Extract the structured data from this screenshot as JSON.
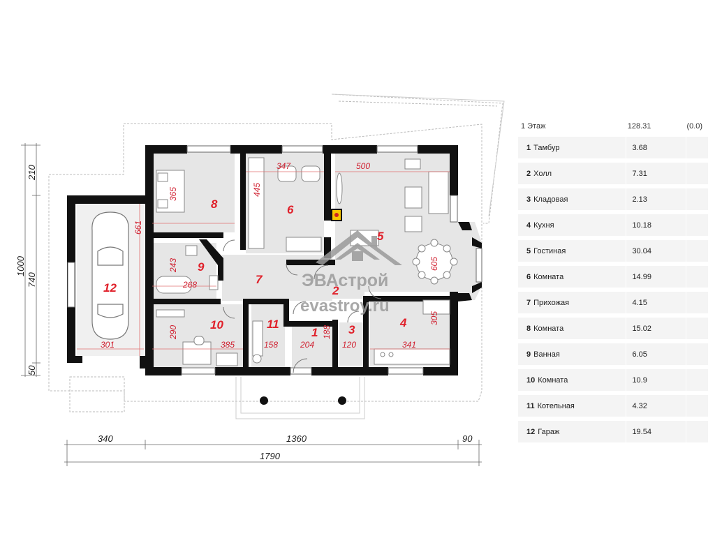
{
  "floor_table": {
    "header": {
      "floor": "1 Этаж",
      "total": "128.31",
      "level": "(0.0)"
    },
    "rows": [
      {
        "num": "1",
        "name": "Тамбур",
        "area": "3.68"
      },
      {
        "num": "2",
        "name": "Холл",
        "area": "7.31"
      },
      {
        "num": "3",
        "name": "Кладовая",
        "area": "2.13"
      },
      {
        "num": "4",
        "name": "Кухня",
        "area": "10.18"
      },
      {
        "num": "5",
        "name": "Гостиная",
        "area": "30.04"
      },
      {
        "num": "6",
        "name": "Комната",
        "area": "14.99"
      },
      {
        "num": "7",
        "name": "Прихожая",
        "area": "4.15"
      },
      {
        "num": "8",
        "name": "Комната",
        "area": "15.02"
      },
      {
        "num": "9",
        "name": "Ванная",
        "area": "6.05"
      },
      {
        "num": "10",
        "name": "Комната",
        "area": "10.9"
      },
      {
        "num": "11",
        "name": "Котельная",
        "area": "4.32"
      },
      {
        "num": "12",
        "name": "Гараж",
        "area": "19.54"
      }
    ]
  },
  "plan": {
    "room_numbers": [
      "12",
      "8",
      "6",
      "9",
      "7",
      "2",
      "10",
      "11",
      "1",
      "3",
      "4",
      "5"
    ],
    "room_dims": [
      "661",
      "301",
      "365",
      "243",
      "268",
      "290",
      "385",
      "445",
      "347",
      "500",
      "158",
      "204",
      "188",
      "120",
      "341",
      "305",
      "605"
    ],
    "ext_dims": {
      "left_210": "210",
      "left_1000": "1000",
      "left_740": "740",
      "left_50": "50",
      "bottom_340": "340",
      "bottom_1360": "1360",
      "bottom_90": "90",
      "bottom_1790": "1790"
    }
  },
  "watermark": {
    "brand": "ЭВАстрой",
    "url": "evastroy.ru"
  },
  "colors": {
    "wall": "#111111",
    "floor": "#e6e6e6",
    "room_label": "#e0202a",
    "fireplace": "#f7c600"
  }
}
